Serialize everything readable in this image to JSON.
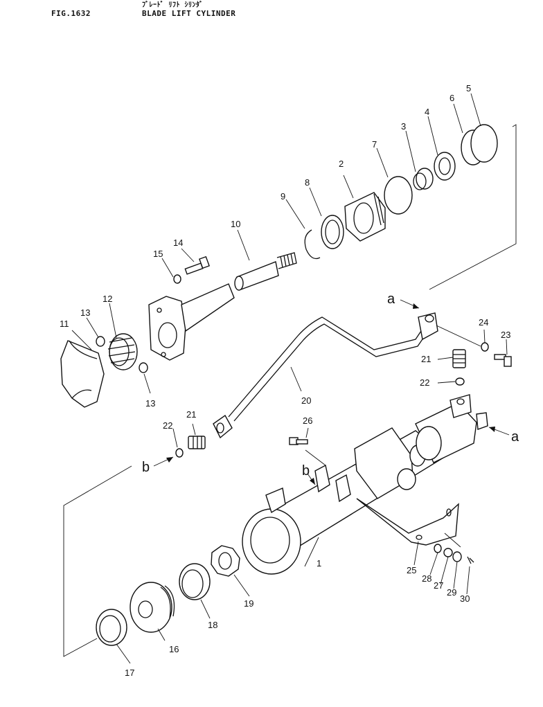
{
  "header": {
    "figure": "FIG.1632",
    "title_jp": "ﾌﾞﾚｰﾄﾞ ﾘﾌﾄ ｼﾘﾝﾀﾞ",
    "title": "BLADE LIFT CYLINDER"
  },
  "callouts": {
    "n1": "1",
    "n2": "2",
    "n3": "3",
    "n4": "4",
    "n5": "5",
    "n6": "6",
    "n7": "7",
    "n8": "8",
    "n9": "9",
    "n10": "10",
    "n11": "11",
    "n12": "12",
    "n13a": "13",
    "n13b": "13",
    "n14": "14",
    "n15": "15",
    "n16": "16",
    "n17": "17",
    "n18": "18",
    "n19": "19",
    "n20": "20",
    "n21a": "21",
    "n21b": "21",
    "n22a": "22",
    "n22b": "22",
    "n23": "23",
    "n24": "24",
    "n25": "25",
    "n26": "26",
    "n27": "27",
    "n28": "28",
    "n29": "29",
    "n30": "30"
  },
  "refs": {
    "a1": "a",
    "a2": "a",
    "b1": "b",
    "b2": "b"
  }
}
